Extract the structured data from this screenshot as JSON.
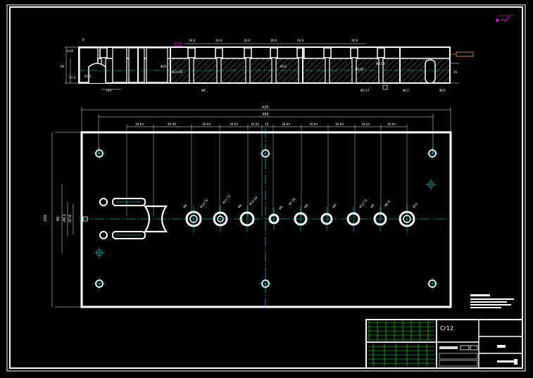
{
  "top_view": {
    "left_dims": [
      "8",
      "6.65",
      "60",
      "27.5"
    ],
    "top_dims": [
      "30.6",
      "30.6",
      "30.6",
      "30.6",
      "30.6",
      "30.6"
    ],
    "bottom_dims": [
      "140",
      "Φ6",
      "Φ5.07",
      "Φ17",
      "Φ10"
    ],
    "right_dim": "35",
    "inner_dims": [
      "Φ20",
      "Φ14.04",
      "Φ10",
      "R1.5",
      "Φ9.92",
      "Φ11.5"
    ]
  },
  "plan_view": {
    "overall_width": "425",
    "hole_span": "395",
    "spacing_dims": [
      "30.64",
      "46.96",
      "30.64",
      "30.64",
      "30.64",
      "10",
      "30.64",
      "30.64",
      "30.64",
      "30.64",
      "30.64"
    ],
    "height_dim": "200",
    "left_dims": [
      "80",
      "40.1",
      "37.6"
    ],
    "hole_labels": [
      "Φ8",
      "Φ14.76",
      "Φ11.72",
      "Φ6",
      "Φ12.84",
      "Φ6",
      "Φ7.02",
      "Φ8",
      "Φ9",
      "Φ12.72",
      "Φ8",
      "Φ6.9",
      "Φ15"
    ]
  },
  "title_block": {
    "material": "Cr12"
  },
  "colors": {
    "outline": "#ffffff",
    "centerline": "#00ffff",
    "grid": "#00ff00",
    "marker": "#ff00ff",
    "tag": "#ff9933"
  }
}
